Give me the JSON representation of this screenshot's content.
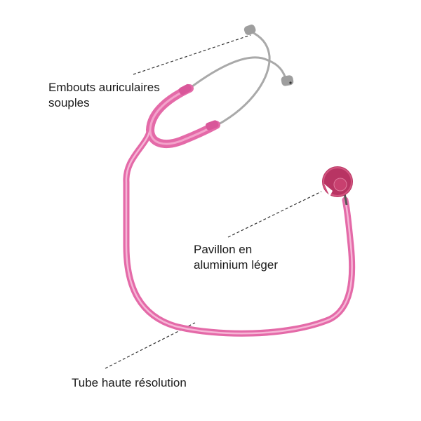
{
  "figure": {
    "subject": "stethoscope",
    "colors": {
      "background": "#ffffff",
      "tube": "#e46aa8",
      "tube_highlight": "#f6b6d6",
      "tube_shadow": "#c44b8a",
      "chestpiece": "#b83463",
      "chestpiece_rim": "#d2557f",
      "eartube_metal": "#a9a9a9",
      "eartip": "#9e9e9e",
      "leader_line": "#333333",
      "label_text": "#1a1a1a"
    }
  },
  "labels": {
    "earpieces": {
      "line1": "Embouts auriculaires",
      "line2": "souples"
    },
    "chestpiece": {
      "line1": "Pavillon en",
      "line2": "aluminium léger"
    },
    "tube": {
      "line1": "Tube haute résolution"
    }
  }
}
